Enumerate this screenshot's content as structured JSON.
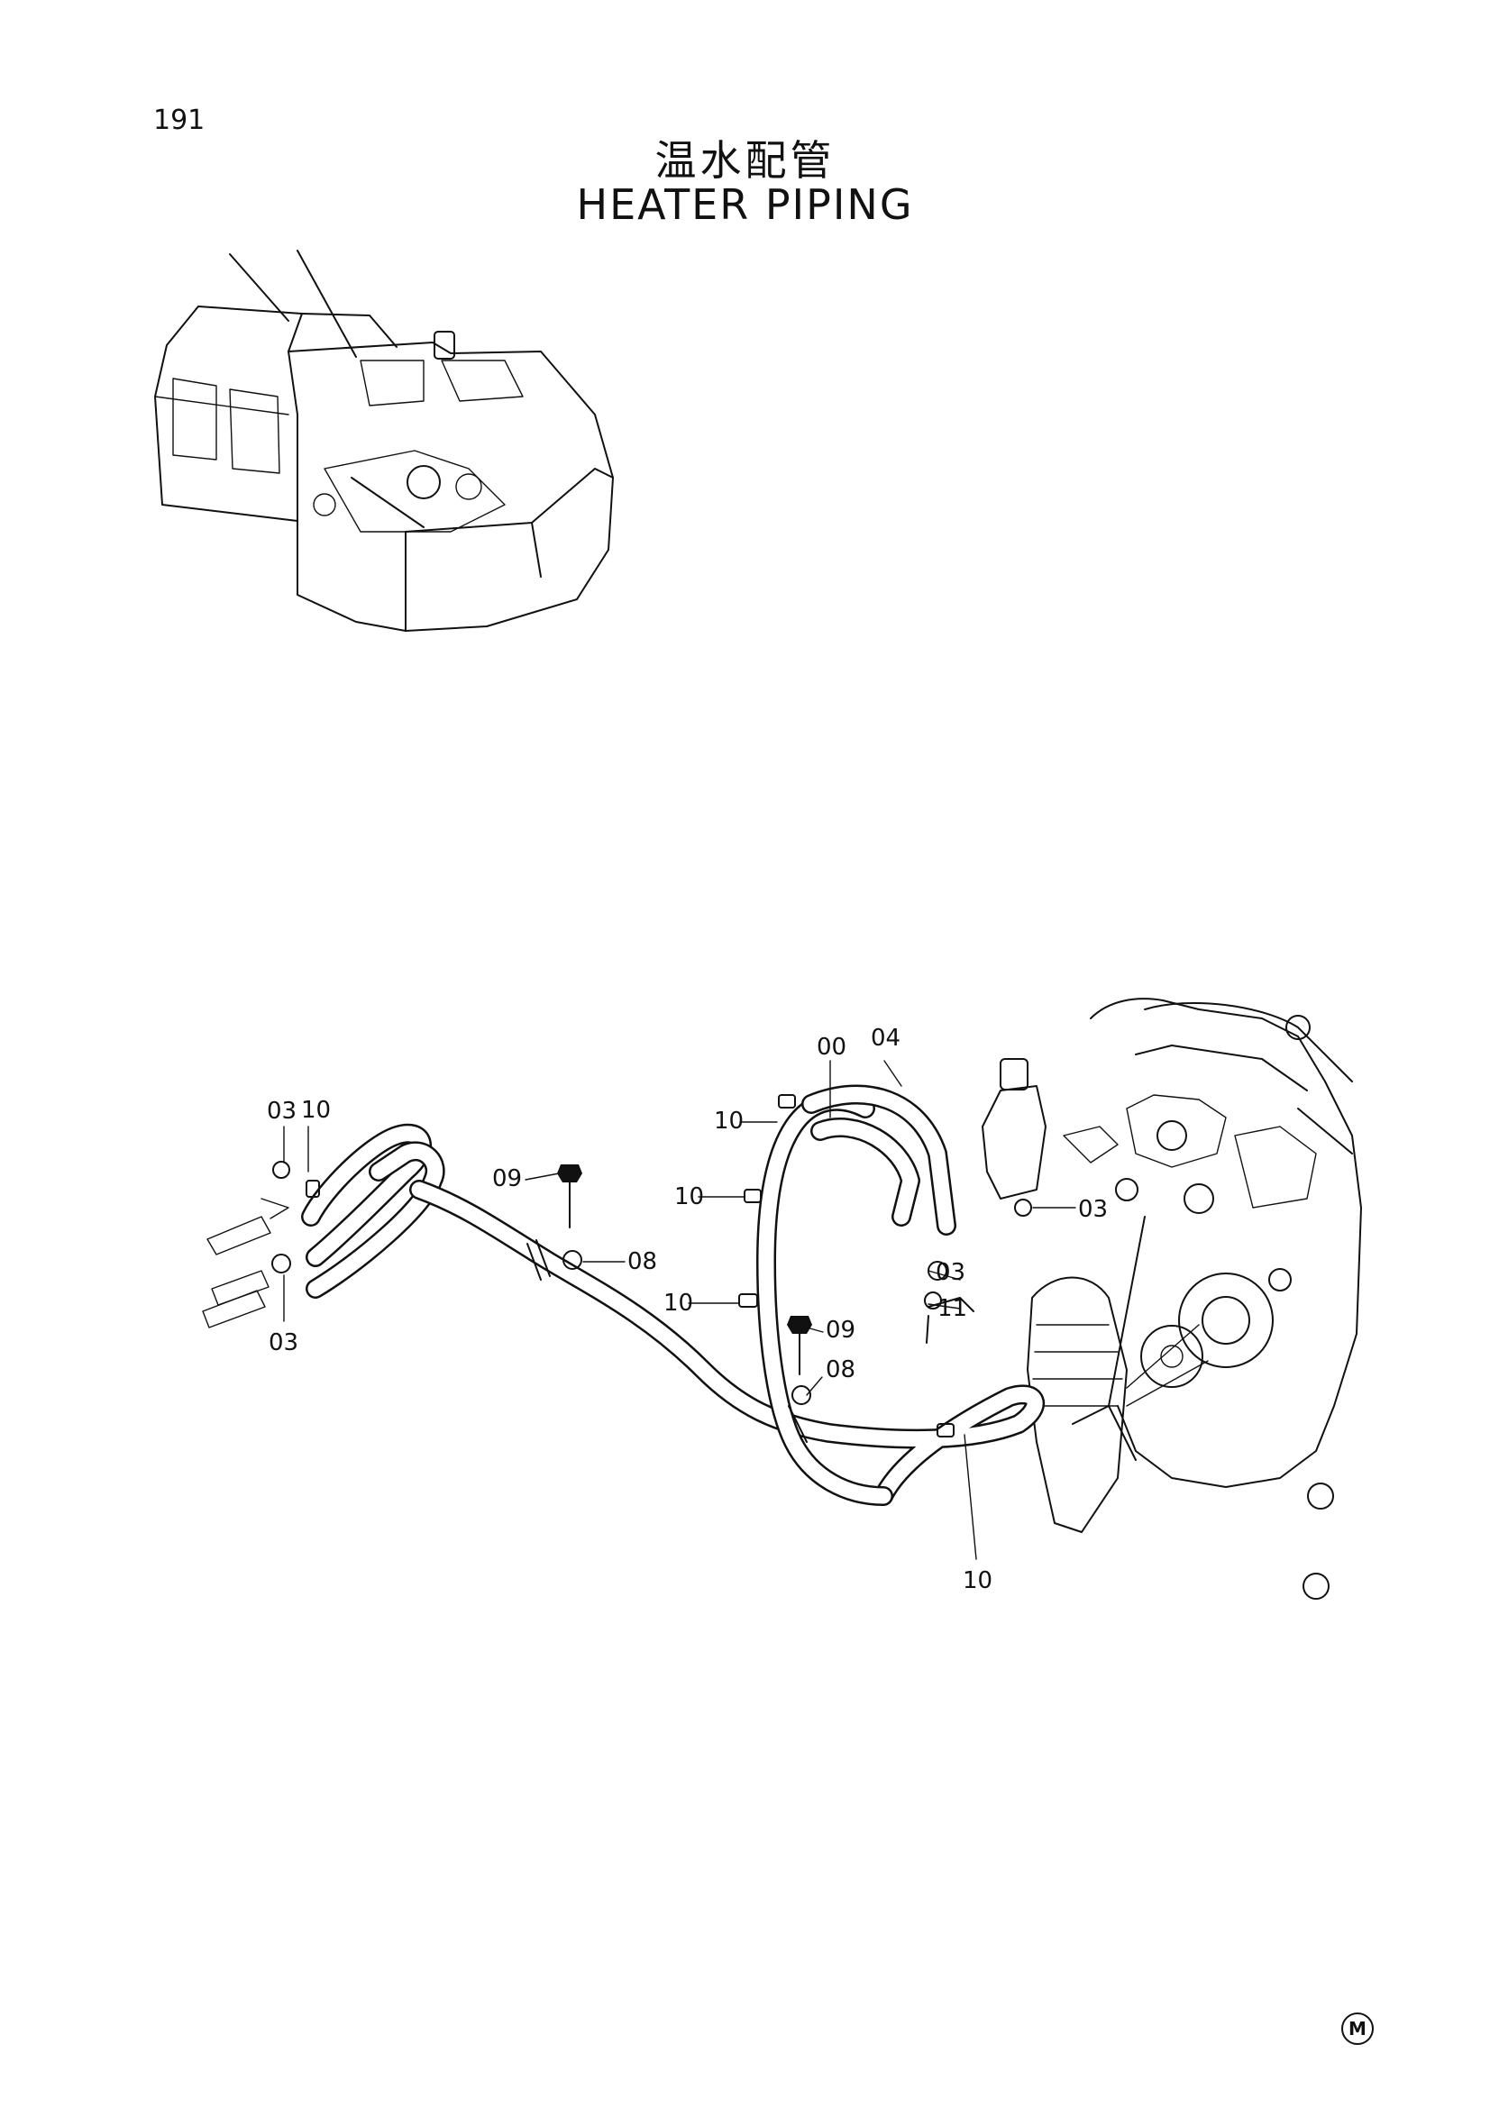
{
  "page": {
    "number": "191",
    "title_jp": "温水配管",
    "title_en": "HEATER PIPING",
    "mark": "M"
  },
  "callouts": [
    {
      "id": "c-00",
      "text": "00"
    },
    {
      "id": "c-04",
      "text": "04"
    },
    {
      "id": "c-10a",
      "text": "10"
    },
    {
      "id": "c-10b",
      "text": "10"
    },
    {
      "id": "c-10c",
      "text": "10"
    },
    {
      "id": "c-10d",
      "text": "10"
    },
    {
      "id": "c-10e",
      "text": "10"
    },
    {
      "id": "c-03a",
      "text": "03"
    },
    {
      "id": "c-03b",
      "text": "03"
    },
    {
      "id": "c-03c",
      "text": "03"
    },
    {
      "id": "c-03d",
      "text": "03"
    },
    {
      "id": "c-09a",
      "text": "09"
    },
    {
      "id": "c-09b",
      "text": "09"
    },
    {
      "id": "c-08a",
      "text": "08"
    },
    {
      "id": "c-08b",
      "text": "08"
    },
    {
      "id": "c-11",
      "text": "11"
    }
  ]
}
